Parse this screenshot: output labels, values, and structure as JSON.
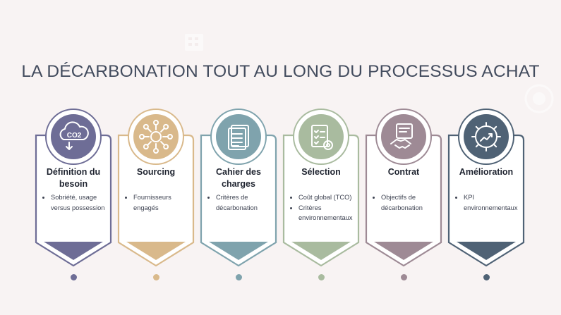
{
  "title": "LA DÉCARBONATION TOUT AU LONG DU PROCESSUS ACHAT",
  "steps": [
    {
      "heading": "Définition du besoin",
      "color": "#6e6d96",
      "icon": "co2-cloud-icon",
      "icon_text": "CO2",
      "bullets": [
        "Sobriété, usage versus possession"
      ]
    },
    {
      "heading": "Sourcing",
      "color": "#d9b98b",
      "icon": "network-icon",
      "bullets": [
        "Fournisseurs engagés"
      ]
    },
    {
      "heading": "Cahier des charges",
      "color": "#7fa3ad",
      "icon": "document-list-icon",
      "bullets": [
        "Critères de décarbonation"
      ]
    },
    {
      "heading": "Sélection",
      "color": "#a9bb9f",
      "icon": "checklist-gear-icon",
      "bullets": [
        "Coût global (TCO)",
        "Critères environnementaux"
      ]
    },
    {
      "heading": "Contrat",
      "color": "#9e8a95",
      "icon": "handshake-contract-icon",
      "bullets": [
        "Objectifs de décarbonation"
      ]
    },
    {
      "heading": "Amélioration",
      "color": "#4f6275",
      "icon": "improvement-gear-icon",
      "bullets": [
        "KPI environnementaux"
      ]
    }
  ]
}
